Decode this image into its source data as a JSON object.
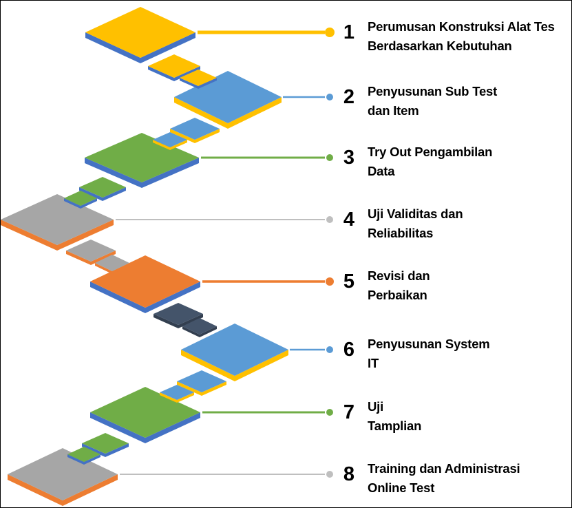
{
  "diagram": {
    "type": "process-steps-staircase",
    "background": "#FFFFFF",
    "border_color": "#000000",
    "text_color": "#000000",
    "steps": [
      {
        "number": "1",
        "label_line1": "Perumusan Konstruksi Alat Tes",
        "label_line2": "Berdasarkan Kebutuhan",
        "line_color": "#FFC000",
        "tile_color": "#FFC000",
        "tile_edge_color": "#4472C4"
      },
      {
        "number": "2",
        "label_line1": "Penyusunan Sub Test",
        "label_line2": "dan Item",
        "line_color": "#5B9BD5",
        "tile_color": "#5B9BD5",
        "tile_edge_color": "#FFC000"
      },
      {
        "number": "3",
        "label_line1": "Try Out Pengambilan",
        "label_line2": "Data",
        "line_color": "#70AD47",
        "tile_color": "#70AD47",
        "tile_edge_color": "#4472C4"
      },
      {
        "number": "4",
        "label_line1": "Uji Validitas dan",
        "label_line2": "Reliabilitas",
        "line_color": "#BFBFBF",
        "tile_color": "#A6A6A6",
        "tile_edge_color": "#ED7D31"
      },
      {
        "number": "5",
        "label_line1": "Revisi dan",
        "label_line2": "Perbaikan",
        "line_color": "#ED7D31",
        "tile_color": "#ED7D31",
        "tile_edge_color": "#4472C4"
      },
      {
        "number": "6",
        "label_line1": "Penyusunan System",
        "label_line2": "IT",
        "line_color": "#5B9BD5",
        "tile_color": "#5B9BD5",
        "tile_edge_color": "#FFC000"
      },
      {
        "number": "7",
        "label_line1": "Uji",
        "label_line2": "Tamplian",
        "line_color": "#70AD47",
        "tile_color": "#70AD47",
        "tile_edge_color": "#4472C4"
      },
      {
        "number": "8",
        "label_line1": "Training dan Administrasi",
        "label_line2": "Online Test",
        "line_color": "#BFBFBF",
        "tile_color": "#A6A6A6",
        "tile_edge_color": "#ED7D31"
      }
    ],
    "stepstones": [
      {
        "fill": "#FFC000",
        "edge": "#4472C4"
      },
      {
        "fill": "#5B9BD5",
        "edge": "#FFC000"
      },
      {
        "fill": "#70AD47",
        "edge": "#4472C4"
      },
      {
        "fill": "#A6A6A6",
        "edge": "#ED7D31"
      },
      {
        "fill": "#44546A",
        "edge": "#333F50"
      },
      {
        "fill": "#5B9BD5",
        "edge": "#FFC000"
      },
      {
        "fill": "#70AD47",
        "edge": "#4472C4"
      }
    ]
  }
}
